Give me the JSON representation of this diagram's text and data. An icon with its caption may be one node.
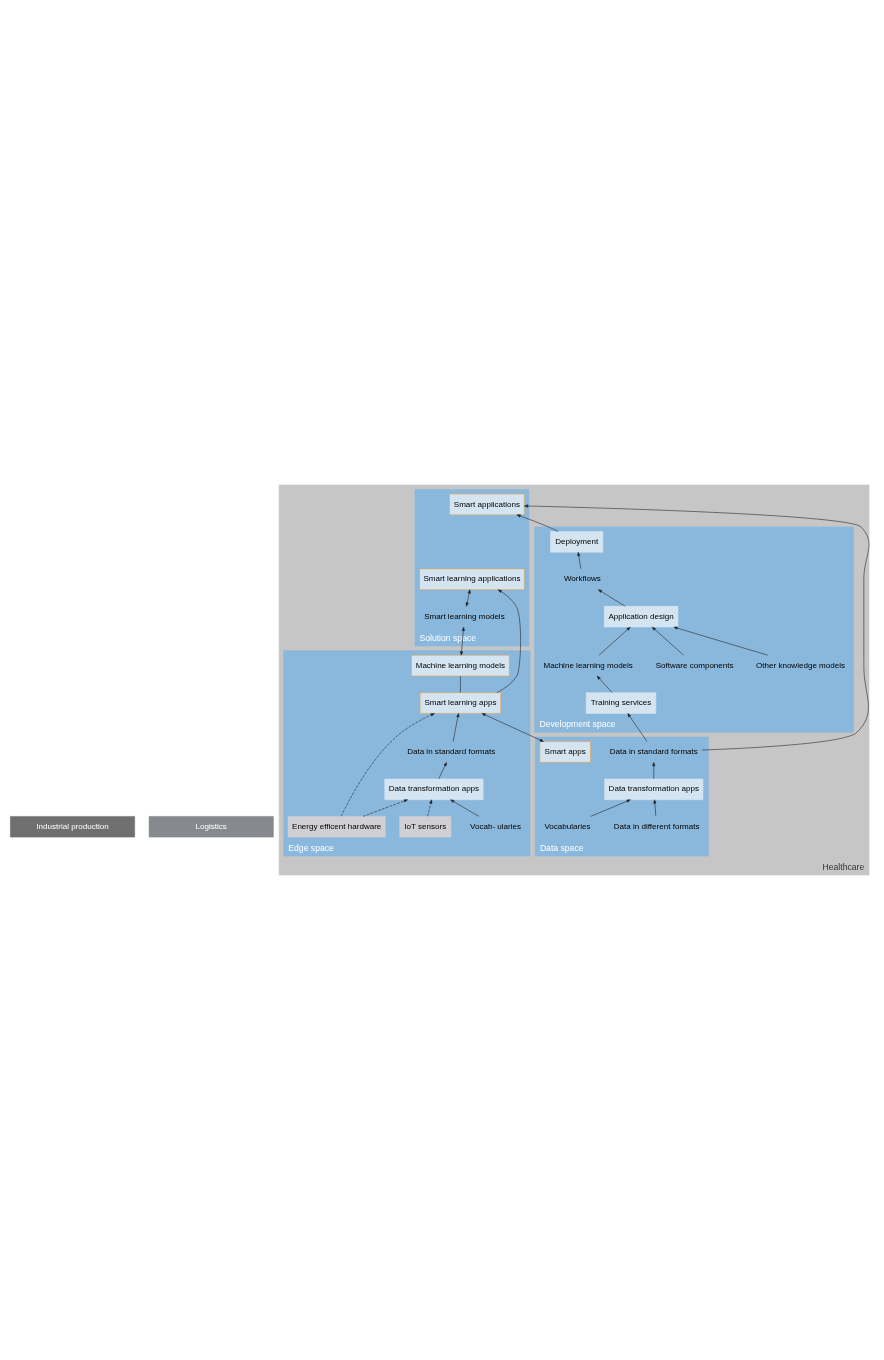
{
  "diagram": {
    "nodes": [
      {
        "text": [
          "Industrial production"
        ]
      },
      {
        "text": [
          "Logistics"
        ]
      },
      {
        "text": [
          "Healthcare"
        ]
      },
      {
        "text": [
          "Solution space"
        ],
        "in": 2
      },
      {
        "text": [
          "Smart applications"
        ],
        "in": 3
      },
      {
        "text": [
          "Smart learning applications"
        ],
        "in": 3
      },
      {
        "text": [
          "Smart learning models"
        ],
        "in": 3
      },
      {
        "text": [
          "Development space"
        ],
        "in": 2
      },
      {
        "text": [
          "Deployment"
        ],
        "in": 7
      },
      {
        "text": [
          "Workflows"
        ],
        "in": 7
      },
      {
        "text": [
          "Application design"
        ],
        "in": 7
      },
      {
        "text": [
          "Machine learning models"
        ],
        "in": 7
      },
      {
        "text": [
          "Other knowledge models"
        ],
        "in": 7
      },
      {
        "text": [
          "Software components"
        ],
        "in": 7
      },
      {
        "text": [
          "Training services"
        ],
        "in": 7
      },
      {
        "text": [
          "Data space"
        ],
        "in": 2
      },
      {
        "text": [
          "Data in standard formats"
        ],
        "in": 15
      },
      {
        "text": [
          "Data transformation apps"
        ],
        "in": 15
      },
      {
        "text": [
          "Data in different formats"
        ],
        "in": 15
      },
      {
        "text": [
          "Vocabularies"
        ],
        "in": 15
      },
      {
        "text": [
          "Smart apps"
        ],
        "in": 15
      },
      {
        "text": [
          "Edge space"
        ],
        "in": 2
      },
      {
        "text": [
          "Machine learning models"
        ],
        "in": 21
      },
      {
        "text": [
          "Smart learning apps"
        ],
        "in": 21
      },
      {
        "text": [
          "Data in standard formats"
        ],
        "in": 21
      },
      {
        "text": [
          "Data transformation apps"
        ],
        "in": 21
      },
      {
        "text": [
          "Vocab- ularies"
        ],
        "in": 21
      },
      {
        "text": [
          "IoT sensors"
        ],
        "in": 21
      },
      {
        "text": [
          "Energy efficent hardware"
        ],
        "in": 21
      }
    ],
    "edges": [
      {
        "from": 8,
        "to": 4,
        "arrow": "to"
      },
      {
        "from": 9,
        "to": 8,
        "arrow": "to"
      },
      {
        "from": 10,
        "to": 9,
        "arrow": "to"
      },
      {
        "from": 11,
        "to": 10,
        "arrow": "to"
      },
      {
        "from": 12,
        "to": 10,
        "arrow": "to"
      },
      {
        "from": 13,
        "to": 10,
        "arrow": "to"
      },
      {
        "from": 14,
        "to": 11,
        "arrow": "to"
      },
      {
        "from": 16,
        "to": 14,
        "arrow": "to"
      },
      {
        "from": 16,
        "to": 4,
        "arrow": "to"
      },
      {
        "from": 17,
        "to": 16,
        "arrow": "to"
      },
      {
        "from": 18,
        "to": 17,
        "arrow": "to"
      },
      {
        "from": 19,
        "to": 17,
        "arrow": "to"
      },
      {
        "from": 6,
        "to": 5,
        "arrow": "both"
      },
      {
        "from": 22,
        "to": 6,
        "arrow": "both"
      },
      {
        "from": 20,
        "to": 23,
        "arrow": "both"
      },
      {
        "from": 23,
        "to": 5,
        "arrow": "to"
      },
      {
        "from": 23,
        "to": 22,
        "arrow": "none"
      },
      {
        "from": 24,
        "to": 23,
        "arrow": "to"
      },
      {
        "from": 25,
        "to": 24,
        "arrow": "to"
      },
      {
        "from": 26,
        "to": 25,
        "arrow": "to"
      },
      {
        "from": 27,
        "to": 25,
        "arrow": "to",
        "style": "dashed"
      },
      {
        "from": 28,
        "to": 25,
        "arrow": "to",
        "style": "dashed"
      },
      {
        "from": 28,
        "to": 23,
        "arrow": "to",
        "style": "dashed"
      }
    ]
  }
}
